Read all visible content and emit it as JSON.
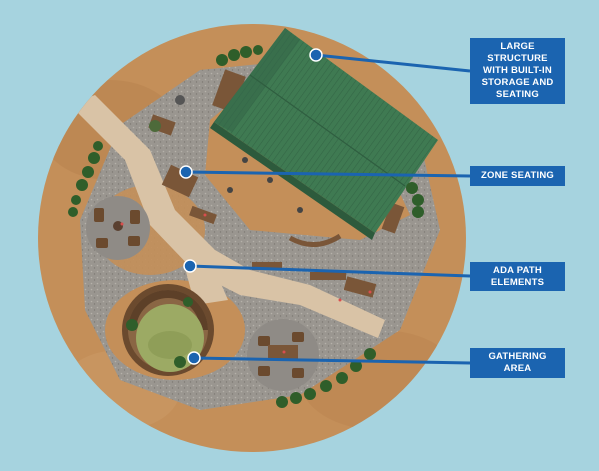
{
  "callouts": [
    {
      "id": "c1",
      "text": "LARGE\nSTRUCTURE\nWITH BUILT-IN\nSTORAGE AND\nSEATING"
    },
    {
      "id": "c2",
      "text": "ZONE SEATING"
    },
    {
      "id": "c3",
      "text": "ADA PATH\nELEMENTS"
    },
    {
      "id": "c4",
      "text": "GATHERING\nAREA"
    }
  ],
  "colors": {
    "background": "#a6d3df",
    "ground": "#c48f59",
    "gravel": "#9a9690",
    "path": "#d9c3a6",
    "roof": "#3f7a52",
    "lawn": "#9caa64",
    "callout": "#1b64b0",
    "trees": "#2f5e2a"
  }
}
